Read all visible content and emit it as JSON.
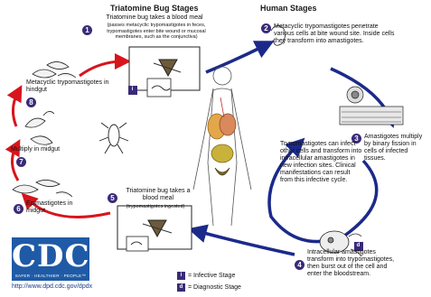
{
  "headers": {
    "triatomine": "Triatomine Bug Stages",
    "human": "Human Stages"
  },
  "steps": {
    "s1": {
      "num": "1",
      "title": "Triatomine bug takes a blood meal",
      "detail": "(passes metacyclic trypomastigotes in feces, trypomastigotes enter bite wound or mucosal membranes, such as the conjunctiva)"
    },
    "s2": {
      "num": "2",
      "text": "Metacyclic trypomastigotes penetrate various cells at bite wound site.  Inside cells they transform into amastigotes."
    },
    "s3": {
      "num": "3",
      "text": "Amastigotes multiply by binary fission in cells of infected tissues."
    },
    "s4": {
      "num": "4",
      "text": "Intracellular amastigotes transform into trypomastigotes, then burst out of the cell and enter the bloodstream."
    },
    "s5": {
      "num": "5",
      "title": "Triatomine bug takes a blood meal",
      "detail": "(trypomastigotes ingested)"
    },
    "s6": {
      "num": "6",
      "text": "Epimastigotes in midgut"
    },
    "s7": {
      "num": "7",
      "text": "Multiply in midgut"
    },
    "s8": {
      "num": "8",
      "text": "Metacyclic trypomastigotes in hindgut"
    }
  },
  "center_note": "Trypomastigotes can infect other cells and transform into intracellular amastigotes in new infection sites. Clinical manifestations can result from this infective cycle.",
  "markers": {
    "infective": "i",
    "diagnostic": "d"
  },
  "legend": {
    "infective": "= Infective Stage",
    "diagnostic": "= Diagnostic Stage"
  },
  "logo": {
    "text": "CDC",
    "tagline": "SAFER · HEALTHIER · PEOPLE™"
  },
  "url": "http://www.dpd.cdc.gov/dpdx",
  "colors": {
    "red_arrow": "#d8141c",
    "blue_arrow": "#1b2a8a",
    "badge": "#3a2a78",
    "cdc_blue": "#1f5aa6"
  }
}
